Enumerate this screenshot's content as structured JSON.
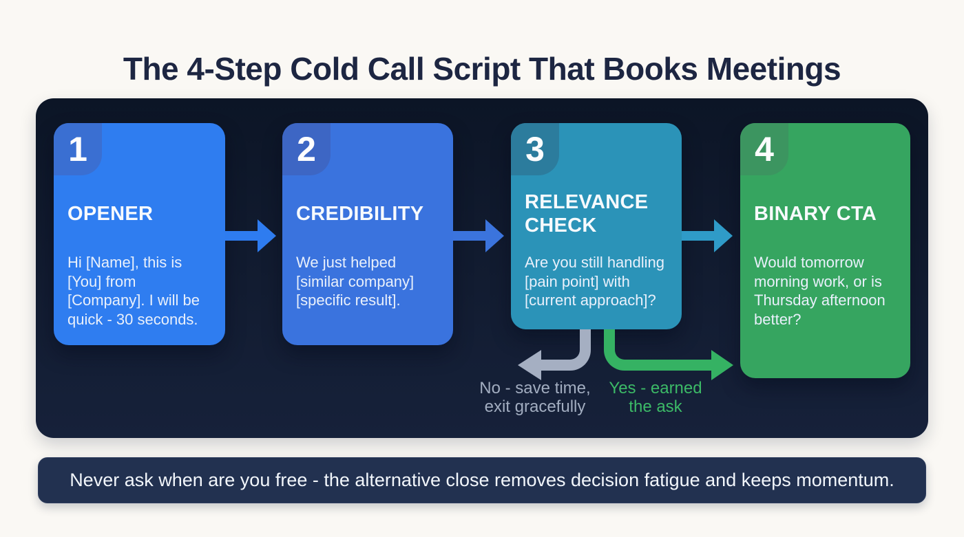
{
  "header": {
    "title": "The 4-Step Cold Call Script That Books Meetings"
  },
  "steps": [
    {
      "number": "1",
      "title": "OPENER",
      "body": "Hi [Name], this is [You] from [Company]. I will be quick - 30 seconds.",
      "card_color": "#2f7df0",
      "badge_color": "#3a6fd2",
      "arrow_color": "#2e7cf0"
    },
    {
      "number": "2",
      "title": "CREDIBILITY",
      "body": "We just helped [similar company] [specific result].",
      "card_color": "#3a73de",
      "badge_color": "#3d66c4",
      "arrow_color": "#3b74dd"
    },
    {
      "number": "3",
      "title": "RELEVANCE CHECK",
      "body": "Are you still handling [pain point] with [current approach]?",
      "card_color": "#2b93b8",
      "badge_color": "#2c7c9d",
      "arrow_color": "#2f9bc8"
    },
    {
      "number": "4",
      "title": "BINARY CTA",
      "body": "Would tomorrow morning work, or is Thursday afternoon better?",
      "card_color": "#36a560",
      "badge_color": "#3c9560"
    }
  ],
  "branches": {
    "no": {
      "line1": "No - save time,",
      "line2": "exit gracefully",
      "arrow_color": "#a5afc2",
      "text_color": "#a2adc0"
    },
    "yes": {
      "line1": "Yes - earned",
      "line2": "the ask",
      "arrow_color": "#35b263",
      "text_color": "#3cba67"
    }
  },
  "footer": {
    "text": "Never ask when are you free - the alternative close removes decision fatigue and keeps momentum."
  }
}
